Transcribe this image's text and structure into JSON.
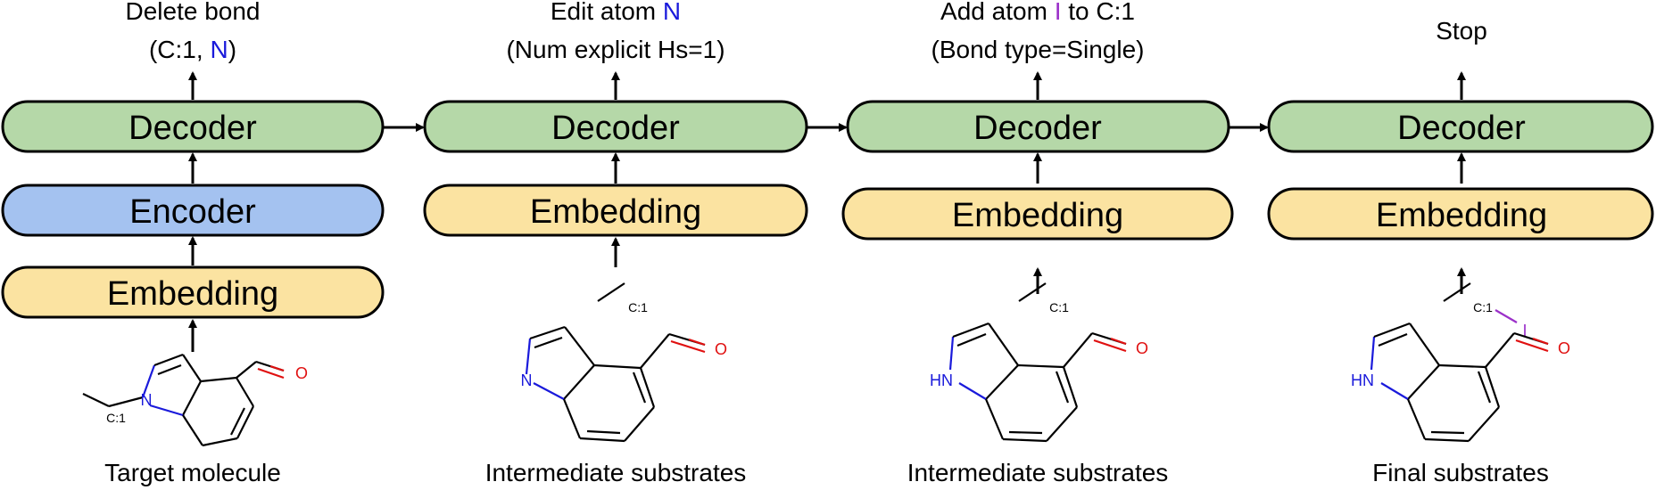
{
  "colors": {
    "decoder": "#b5d8a8",
    "encoder": "#a4c2f0",
    "embedding": "#fbe3a1",
    "stroke": "#000000",
    "nitrogen": "#1a1adb",
    "iodine": "#9b30c9",
    "oxygen": "#e01010"
  },
  "steps": [
    {
      "top_line1": "Delete bond",
      "top_line2_prefix": "(C:1, ",
      "top_line2_highlight": "N",
      "top_line2_suffix": ")",
      "decoder": "Decoder",
      "encoder": "Encoder",
      "embedding": "Embedding",
      "caption": "Target molecule",
      "mol": {
        "n_label": "N",
        "c_label": "C:1",
        "o_label": "O"
      }
    },
    {
      "top_line1_prefix": "Edit atom ",
      "top_line1_highlight": "N",
      "top_line2": "(Num explicit Hs=1)",
      "decoder": "Decoder",
      "embedding": "Embedding",
      "frag_label": "C:1",
      "caption": "Intermediate substrates",
      "mol": {
        "n_label": "N",
        "o_label": "O"
      }
    },
    {
      "top_line1_prefix": "Add atom ",
      "top_line1_highlight": "I",
      "top_line1_suffix": " to C:1",
      "top_line2": "(Bond type=Single)",
      "decoder": "Decoder",
      "embedding": "Embedding",
      "frag_label": "C:1",
      "caption": "Intermediate substrates",
      "mol": {
        "n_label": "HN",
        "o_label": "O"
      }
    },
    {
      "top_line1": "Stop",
      "decoder": "Decoder",
      "embedding": "Embedding",
      "frag_label": "C:1",
      "frag_i": "I",
      "caption": "Final substrates",
      "mol": {
        "n_label": "HN",
        "o_label": "O"
      }
    }
  ]
}
